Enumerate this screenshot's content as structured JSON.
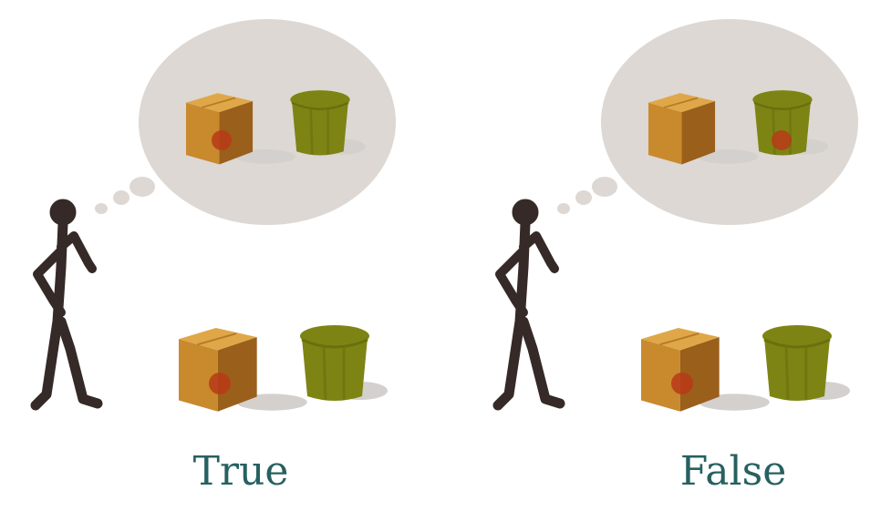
{
  "panels": [
    {
      "caption": "True",
      "belief_ball_location": "box",
      "actual_ball_location": "box"
    },
    {
      "caption": "False",
      "belief_ball_location": "bucket",
      "actual_ball_location": "box"
    }
  ],
  "colors": {
    "figure": "#352a27",
    "thought_bubble": "#ddd8d3",
    "box_front": "#c9892d",
    "box_side": "#9a5f1a",
    "box_top": "#dfa748",
    "bucket_body": "#7d8414",
    "bucket_rim": "#69700d",
    "ball": "#b83a17",
    "shadow": "#d3d0cd",
    "caption": "#276060"
  }
}
